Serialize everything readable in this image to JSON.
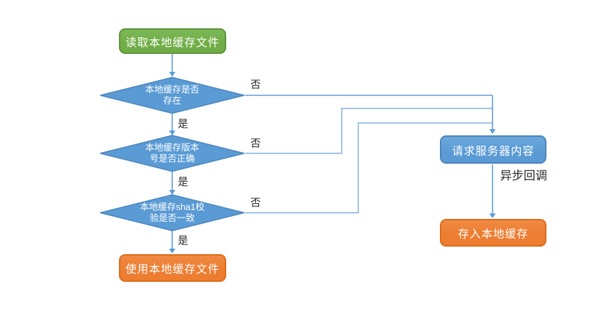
{
  "colors": {
    "process_green": "#70ad47",
    "process_green_border": "#5d9138",
    "decision_blue": "#5b9bd5",
    "decision_blue_border": "#4a84bc",
    "process_orange": "#ed7d31",
    "process_orange_border": "#dd6a17",
    "connector_blue": "#5b9bd5",
    "connector_light_blue": "#9dc3e6",
    "edge_label_text": "#262626",
    "node_text": "#ffffff",
    "background": "#ffffff"
  },
  "nodes": {
    "read_cache": {
      "type": "process",
      "label": "读取本地缓存文件"
    },
    "cache_exists": {
      "type": "decision",
      "label": "本地缓存是否\n存在"
    },
    "version_correct": {
      "type": "decision",
      "label": "本地缓存版本\n号是否正确"
    },
    "sha1_match": {
      "type": "decision",
      "label": "本地缓存sha1校\n验是否一致"
    },
    "use_cache": {
      "type": "process",
      "label": "使用本地缓存文件"
    },
    "request_server": {
      "type": "process",
      "label": "请求服务器内容"
    },
    "store_cache": {
      "type": "process",
      "label": "存入本地缓存"
    }
  },
  "edge_labels": {
    "yes_1": "是",
    "yes_2": "是",
    "yes_3": "是",
    "no_1": "否",
    "no_2": "否",
    "no_3": "否",
    "async_callback": "异步回调"
  }
}
